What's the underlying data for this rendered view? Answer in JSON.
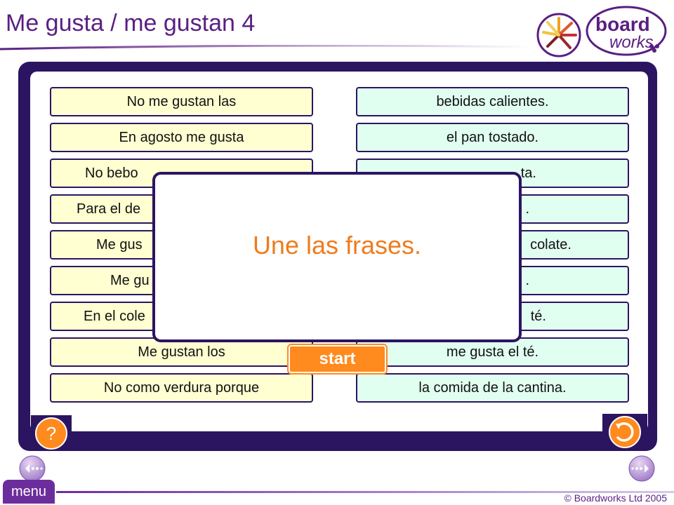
{
  "header": {
    "title": "Me gusta / me gustan 4"
  },
  "logo": {
    "line1": "board",
    "line2": "works"
  },
  "left_cards": [
    "No me gustan las",
    "En agosto me gusta",
    "No bebo",
    "Para el de",
    "Me gus",
    "Me gu",
    "En el cole",
    "Me gustan los",
    "No como verdura porque"
  ],
  "right_cards": [
    "bebidas calientes.",
    "el pan tostado.",
    "ta.",
    ".",
    "colate.",
    ".",
    "té.",
    "me gusta el té.",
    "la comida de la cantina."
  ],
  "dialog": {
    "text": "Une las frases."
  },
  "start_button": {
    "label": "start"
  },
  "help_button": {
    "label": "?"
  },
  "footer": {
    "menu_label": "menu",
    "copyright": "© Boardworks Ltd 2005"
  },
  "colors": {
    "accent": "#5a1f82",
    "frame": "#2b1561",
    "orange": "#ff8a1e",
    "left_card": "#ffffd2",
    "right_card": "#e1fff1"
  }
}
